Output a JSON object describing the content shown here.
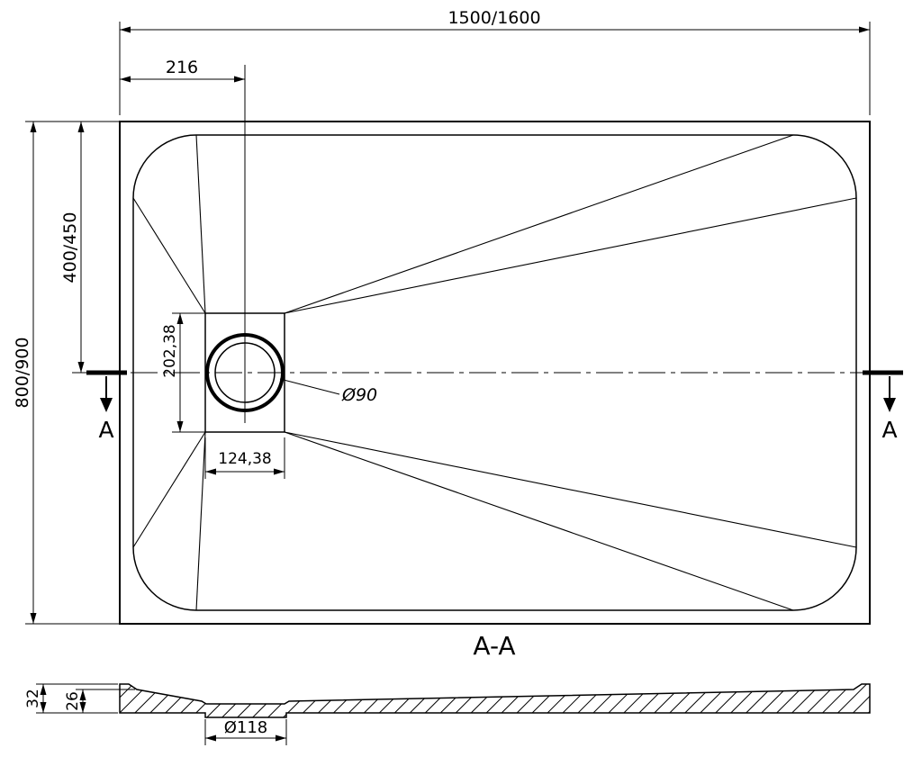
{
  "drawing": {
    "top_view": {
      "dim_overall_width": "1500/1600",
      "dim_drain_offset_x": "216",
      "dim_overall_depth": "800/900",
      "dim_drain_offset_y": "400/450",
      "dim_drain_box_height": "202,38",
      "dim_drain_box_width": "124,38",
      "dim_drain_diameter": "Ø90",
      "section_marker_left": "A",
      "section_marker_right": "A"
    },
    "section_view": {
      "title": "A-A",
      "dim_total_height": "32",
      "dim_inner_depth": "26",
      "dim_drain_recess_diameter": "Ø118"
    },
    "colors": {
      "line": "#000000",
      "background": "#ffffff"
    }
  }
}
